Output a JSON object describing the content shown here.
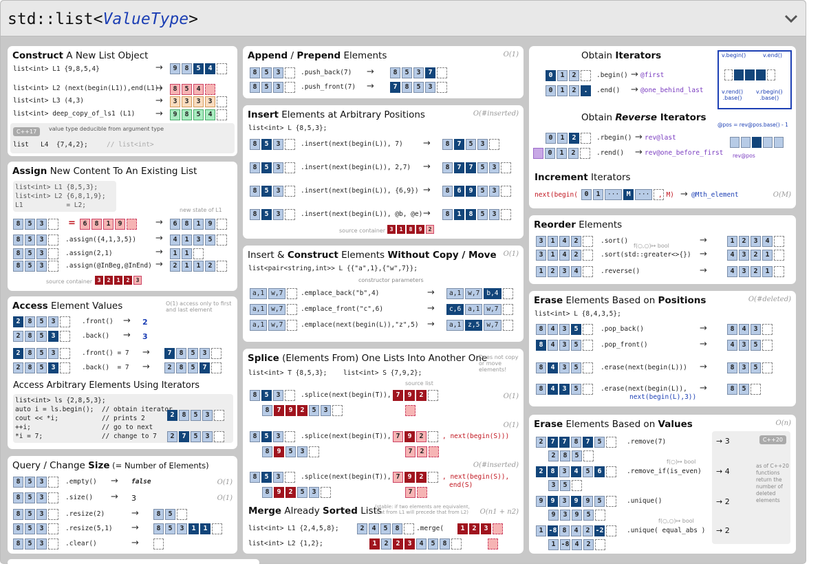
{
  "title_prefix": "std::list<",
  "title_type": "ValueType",
  "title_suffix": ">",
  "construct": {
    "h1": "Construct",
    "h2": " A New List Object",
    "l1": "list<int> L1 {9,8,5,4}",
    "l2": "list<int> L2 (next(begin(L1)),end(L1))",
    "l3": "list<int> L3 (4,3)",
    "l4": "list<int> deep_copy_of_ls1 (L1)",
    "badge": "C++17",
    "note": "value type deducible from argument type",
    "l5": "list   L4  {7,4,2};",
    "l5c": "// list<int>"
  },
  "assign": {
    "h1": "Assign",
    "h2": " New Content To An Existing List",
    "code": "list<int> L1 {8,5,3};\nlist<int> L2 {6,8,1,9};\nL1           = L2;",
    "newstate": "new state of L1",
    "r2": ".assign({4,1,3,5})",
    "r3": ".assign(2,1)",
    "r4": ".assign(@InBeg,@InEnd)",
    "src": "source container"
  },
  "access": {
    "h1": "Access",
    "h2": " Element Values",
    "cx": "O(1) access only to first and last element",
    "f": ".front()",
    "b": ".back()",
    "v2": "2",
    "v3": "3",
    "f7": ".front() = 7",
    "b7": ".back()  = 7",
    "it_h": "Access Arbitrary Elements Using Iterators",
    "code": "list<int> ls {2,8,5,3};\nauto i = ls.begin();  // obtain iterator\ncout << *i;           // prints 2\n++i;                  // go to next\n*i = 7;               // change to 7"
  },
  "size": {
    "h1": "Query / Change ",
    "h2": "Size",
    "h3": "  (= Number of Elements)",
    "empty": ".empty()",
    "false": "false",
    "size": ".size()",
    "three": "3",
    "r2": ".resize(2)",
    "r51": ".resize(5,1)",
    "clear": ".clear()",
    "o1": "O(1)"
  },
  "append": {
    "h1": "Append",
    "h2": " / ",
    "h3": "Prepend",
    "h4": " Elements",
    "cx": "O(1)",
    "pb": ".push_back(7)",
    "pf": ".push_front(7)"
  },
  "insert": {
    "h1": "Insert",
    "h2": " Elements at Arbitrary Positions",
    "cx": "O(#inserted)",
    "decl": "list<int> L {8,5,3};",
    "r1": ".insert(next(begin(L)), 7)",
    "r2": ".insert(next(begin(L)), 2,7)",
    "r3": ".insert(next(begin(L)), {6,9})",
    "r4": ".insert(next(begin(L)), @b, @e)",
    "src": "source container"
  },
  "emplace": {
    "h1": "Insert & ",
    "h2": "Construct",
    "h3": " Elements ",
    "h4": "Without Copy / Move",
    "cx": "O(1)",
    "decl": "list<pair<string,int>> L {{\"a\",1},{\"w\",7}};",
    "ctor": "constructor parameters",
    "r1": ".emplace_back(\"b\",4)",
    "r2": ".emplace_front(\"c\",6)",
    "r3": ".emplace(next(begin(L)),\"z\",5)"
  },
  "splice": {
    "h1": "Splice",
    "h2": " (Elements From) One Lists Into Another One",
    "note": "Does not copy or move elements!",
    "d1": "list<int> T {8,5,3};",
    "d2": "list<int> S {7,9,2};",
    "srcl": "source list",
    "r1": ".splice(next(begin(T)), ",
    "r2": ".splice(next(begin(T)), ",
    "r2b": ", next(begin(S)))",
    "r3": ".splice(next(begin(T)), ",
    "r3b": ", next(begin(S)),",
    "r3c": "end(S)",
    "o1": "O(1)",
    "ins": "O(#inserted)"
  },
  "merge": {
    "h1": "Merge",
    "h2": " Already ",
    "h3": "Sorted",
    "h4": " Lists",
    "note": "(stable: if two elements are equivalent, that from L1 will precede that from L2)",
    "cx": "O(n1 + n2)",
    "d1": "list<int> L1 {2,4,5,8};",
    "d2": "list<int> L2 {1,2};",
    "op": ".merge("
  },
  "iters": {
    "h1": "Obtain ",
    "h2": "Iterators",
    "begin": ".begin()",
    "first": "@first",
    "end": ".end()",
    "obe": "@one_behind_last",
    "vb": "v.begin()",
    "ve": "v.end()",
    "vrend": "v.rend()\n.base()",
    "vrbegin": "v.rbegin()\n.base()",
    "rh1": "Obtain ",
    "rh2": "Reverse",
    "rh3": " Iterators",
    "rbegin": ".rbegin()",
    "revlast": "rev@last",
    "rend": ".rend()",
    "revbf": "rev@one_before_first",
    "posbase": "@pos = rev@pos.base() - 1",
    "revposbase": "rev@pos",
    ".base": ".base()"
  },
  "incr": {
    "h1": "Increment",
    "h2": " Iterators",
    "code": "next(begin(",
    "m": ", M)",
    "res": "@Mth_element",
    "cx": "O(M)"
  },
  "reorder": {
    "h1": "Reorder",
    "h2": " Elements",
    "fn": "f(○,○)↦ bool",
    "sort": ".sort()",
    "sortg": ".sort(std::greater<>{})",
    "rev": ".reverse()"
  },
  "erasep": {
    "h1": "Erase",
    "h2": " Elements Based on ",
    "h3": "Positions",
    "cx": "O(#deleted)",
    "decl": "list<int> L {8,4,3,5};",
    "pb": ".pop_back()",
    "pf": ".pop_front()",
    "e1": ".erase(next(begin(L)))",
    "e2": ".erase(next(begin(L)),",
    "e2b": "next(begin(L),3))"
  },
  "erasev": {
    "h1": "Erase",
    "h2": " Elements Based on ",
    "h3": "Values",
    "cx": "O(n)",
    "remove": ".remove(7)",
    "removeif": ".remove_if(is_even)",
    "unique": ".unique()",
    "uniqueb": ".unique( equal_abs )",
    "fn": "f(○)↦ bool",
    "fn2": "f(○,○)↦ bool",
    "r3": "3",
    "r4": "4",
    "r2": "2",
    "r2b": "2",
    "badge": "C++20",
    "note": "as of C++20 functions return the number of deleted elements"
  },
  "colors": {
    "accent": "#1c3fb4",
    "red": "#c0141e",
    "dark": "#12457a",
    "light": "#b7cbe6"
  }
}
